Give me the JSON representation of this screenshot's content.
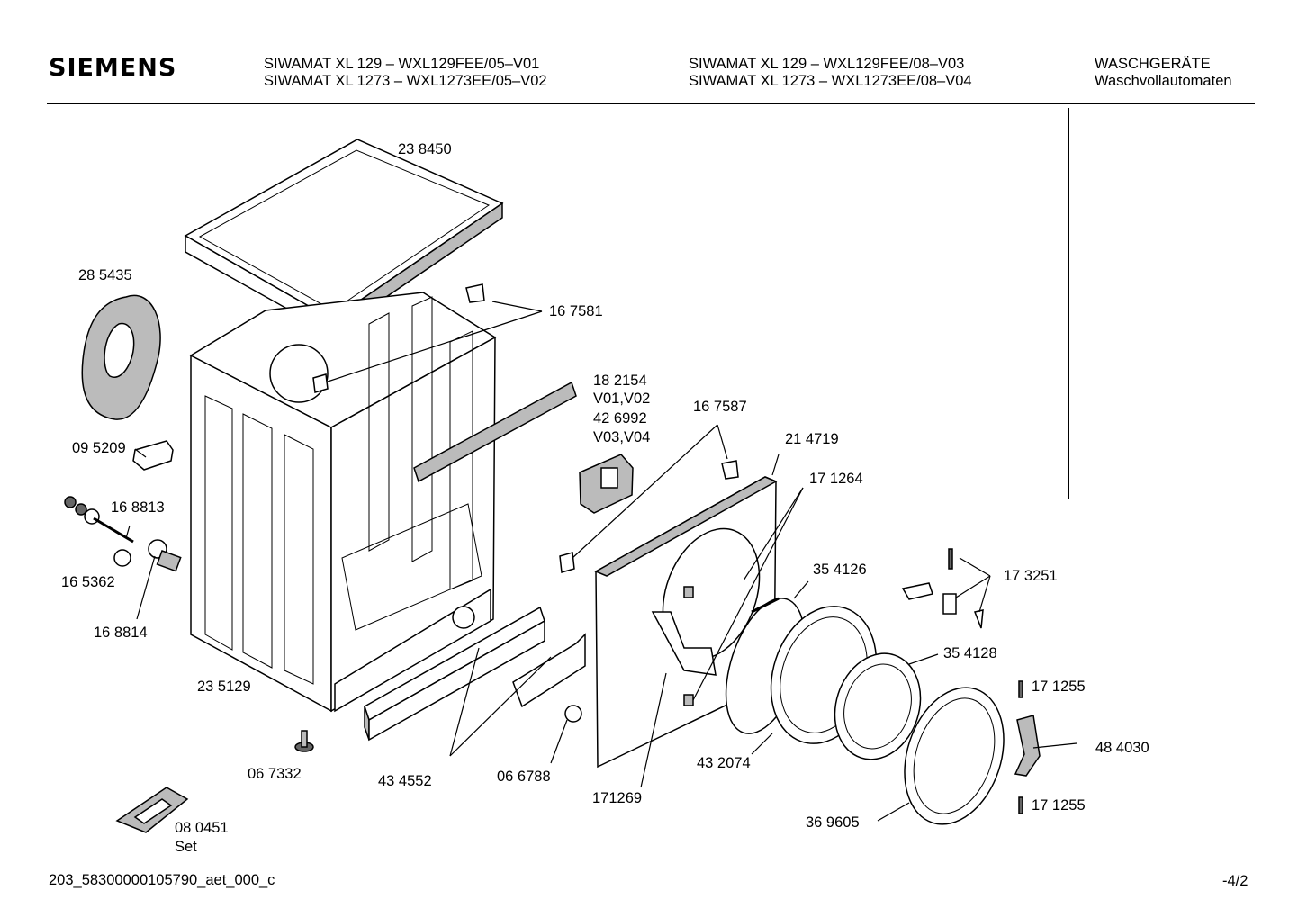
{
  "header": {
    "brand": "SIEMENS",
    "col1": [
      "SIWAMAT XL 129  – WXL129FEE/05–V01",
      "SIWAMAT XL 1273 – WXL1273EE/05–V02"
    ],
    "col2": [
      "SIWAMAT XL 129  – WXL129FEE/08–V03",
      "SIWAMAT XL 1273 – WXL1273EE/08–V04"
    ],
    "col3": [
      "WASCHGERÄTE",
      "Waschvollautomaten"
    ]
  },
  "parts": {
    "p238450": "23 8450",
    "p285435": "28 5435",
    "p167581": "16 7581",
    "p182154": "18 2154",
    "v0102": "V01,V02",
    "p426992": "42 6992",
    "v0304": "V03,V04",
    "p167587": "16 7587",
    "p214719": "21 4719",
    "p171264": "17 1264",
    "p095209": "09 5209",
    "p168813": "16 8813",
    "p165362": "16 5362",
    "p168814": "16 8814",
    "p354126": "35 4126",
    "p173251": "17 3251",
    "p354128": "35 4128",
    "p171255a": "17 1255",
    "p484030": "48 4030",
    "p171255b": "17 1255",
    "p235129": "23 5129",
    "p432074": "43 2074",
    "p067332": "06 7332",
    "p434552": "43 4552",
    "p066788": "06 6788",
    "p171269": "171269",
    "p369605": "36 9605",
    "p080451": "08 0451",
    "set": "Set"
  },
  "footer": {
    "doc_id": "203_58300000105790_aet_000_c",
    "page": "-4/2"
  }
}
